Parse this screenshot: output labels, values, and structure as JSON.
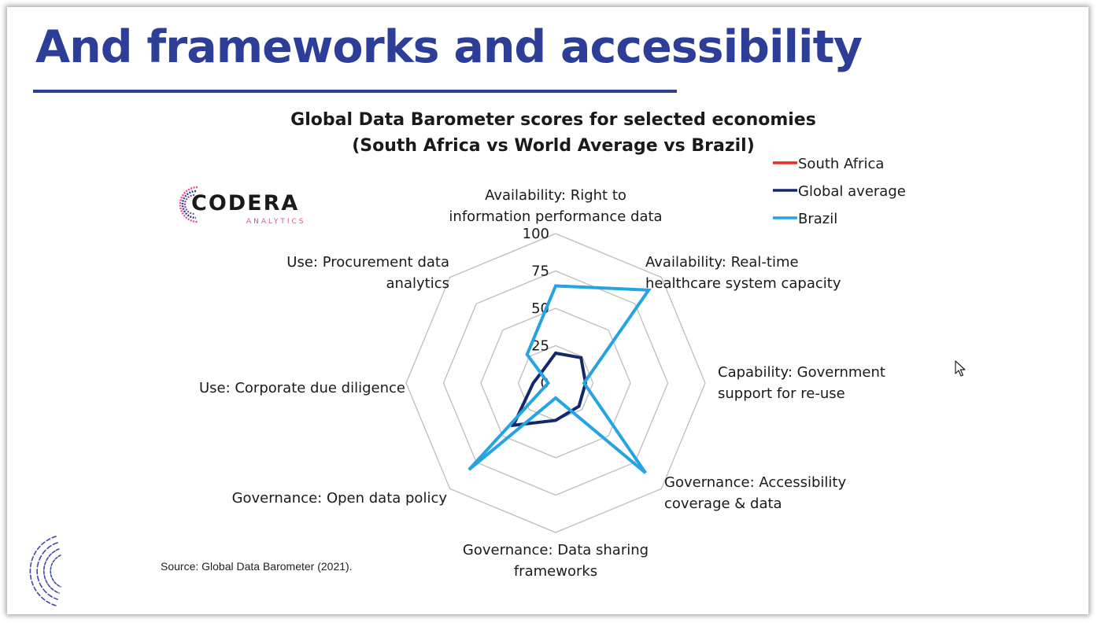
{
  "slide": {
    "title": "And frameworks and accessibility",
    "source": "Source: Global Data Barometer (2021)."
  },
  "logo": {
    "name": "CODERA",
    "tagline": "ANALYTICS",
    "name_color": "#1a1a1a",
    "tagline_color": "#e8508b"
  },
  "colors": {
    "title": "#2c3e98",
    "grid": "#bdbdbd"
  },
  "chart_data": {
    "type": "radar",
    "title_lines": [
      "Global Data Barometer scores for selected economies",
      "(South Africa vs World Average vs Brazil)"
    ],
    "rmax": 100,
    "rticks": [
      0,
      25,
      50,
      75,
      100
    ],
    "grid": true,
    "legend_position": "top-right",
    "axes": [
      [
        "Availability: Right to",
        "information performance data"
      ],
      [
        "Availability: Real-time",
        "healthcare system capacity"
      ],
      [
        "Capability: Government",
        "support for re-use"
      ],
      [
        "Governance: Accessibility",
        "coverage & data"
      ],
      [
        "Governance: Data sharing",
        "frameworks"
      ],
      [
        "Governance: Open data policy"
      ],
      [
        "Use: Corporate due diligence"
      ],
      [
        "Use: Procurement data",
        "analytics"
      ]
    ],
    "series": [
      {
        "name": "South Africa",
        "color": "#e03020",
        "values": [
          null,
          null,
          null,
          null,
          null,
          null,
          null,
          null
        ]
      },
      {
        "name": "Global average",
        "color": "#14296b",
        "values": [
          20,
          24,
          20,
          22,
          25,
          40,
          15,
          12
        ]
      },
      {
        "name": "Brazil",
        "color": "#25a3e3",
        "values": [
          65,
          88,
          19,
          85,
          10,
          82,
          5,
          27
        ]
      }
    ]
  }
}
